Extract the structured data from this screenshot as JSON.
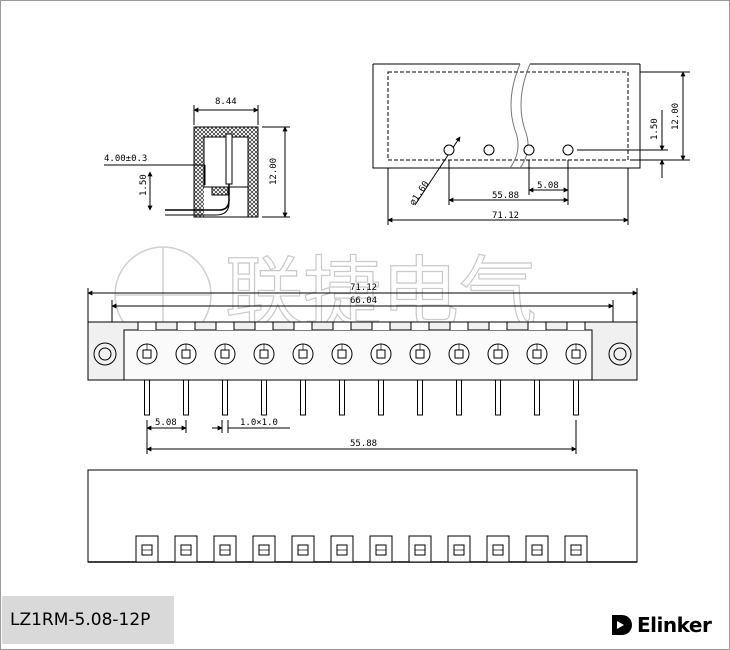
{
  "part_number": "LZ1RM-5.08-12P",
  "brand": {
    "name": "Elinker"
  },
  "watermark": "联捷电气",
  "pin_count": 12,
  "side_view": {
    "width": "8.44",
    "height": "12.00",
    "pin_offset": "4.00±0.3",
    "pin_height": "1.50"
  },
  "hole_layout": {
    "hole_diameter": "⌀1.60",
    "pitch": "5.08",
    "span": "55.88",
    "length": "71.12",
    "height": "12.00",
    "edge_offset": "1.50"
  },
  "front_view": {
    "overall": "71.12",
    "body": "66.04",
    "pitch": "5.08",
    "pin_size": "1.0×1.0",
    "pin_span": "55.88"
  },
  "colors": {
    "line": "#000000",
    "body_fill": "#f0f0f0",
    "watermark": "#c9c9c9",
    "label_bg": "#d9d9d9"
  }
}
